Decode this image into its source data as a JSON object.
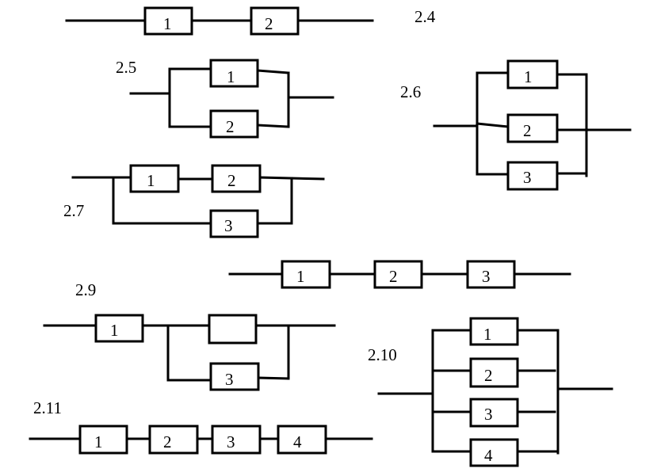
{
  "diagrams": [
    {
      "label": "2.4",
      "elements": [
        "1",
        "2"
      ]
    },
    {
      "label": "2.5",
      "elements": [
        "1",
        "2"
      ]
    },
    {
      "label": "2.6",
      "elements": [
        "1",
        "2",
        "3"
      ]
    },
    {
      "label": "2.7",
      "elements": [
        "1",
        "2",
        "3"
      ]
    },
    {
      "label": "",
      "elements": [
        "1",
        "2",
        "3"
      ]
    },
    {
      "label": "2.9",
      "elements": [
        "1",
        "",
        "3"
      ]
    },
    {
      "label": "2.10",
      "elements": [
        "1",
        "2",
        "3",
        "4"
      ]
    },
    {
      "label": "2.11",
      "elements": [
        "1",
        "2",
        "3",
        "4"
      ]
    }
  ],
  "colors": {
    "line": "#000000",
    "background": "#ffffff"
  }
}
